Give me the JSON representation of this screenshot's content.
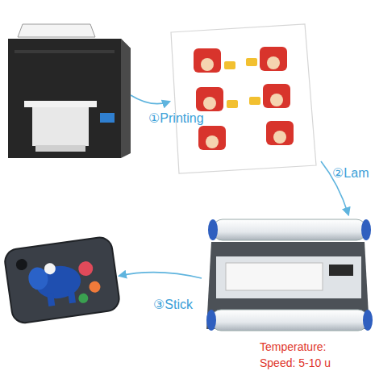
{
  "diagram": {
    "labels": [
      "①Printing",
      "②Lam",
      "③Stick",
      "Temperature:",
      "Speed: 5-10 u"
    ]
  }
}
